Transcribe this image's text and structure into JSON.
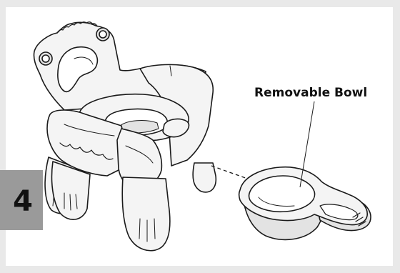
{
  "step": {
    "number": "4"
  },
  "callout": {
    "label": "Removable Bowl"
  },
  "parts": {
    "chair": "potty-chair-icon",
    "bowl": "removable-bowl-icon",
    "arrow": "insert-direction-arrow"
  },
  "colors": {
    "line": "#1a1a1a",
    "fill_light": "#f4f4f4",
    "fill_mid": "#e3e3e3",
    "badge": "#9a9a9a",
    "frame": "#e9e9e9"
  }
}
